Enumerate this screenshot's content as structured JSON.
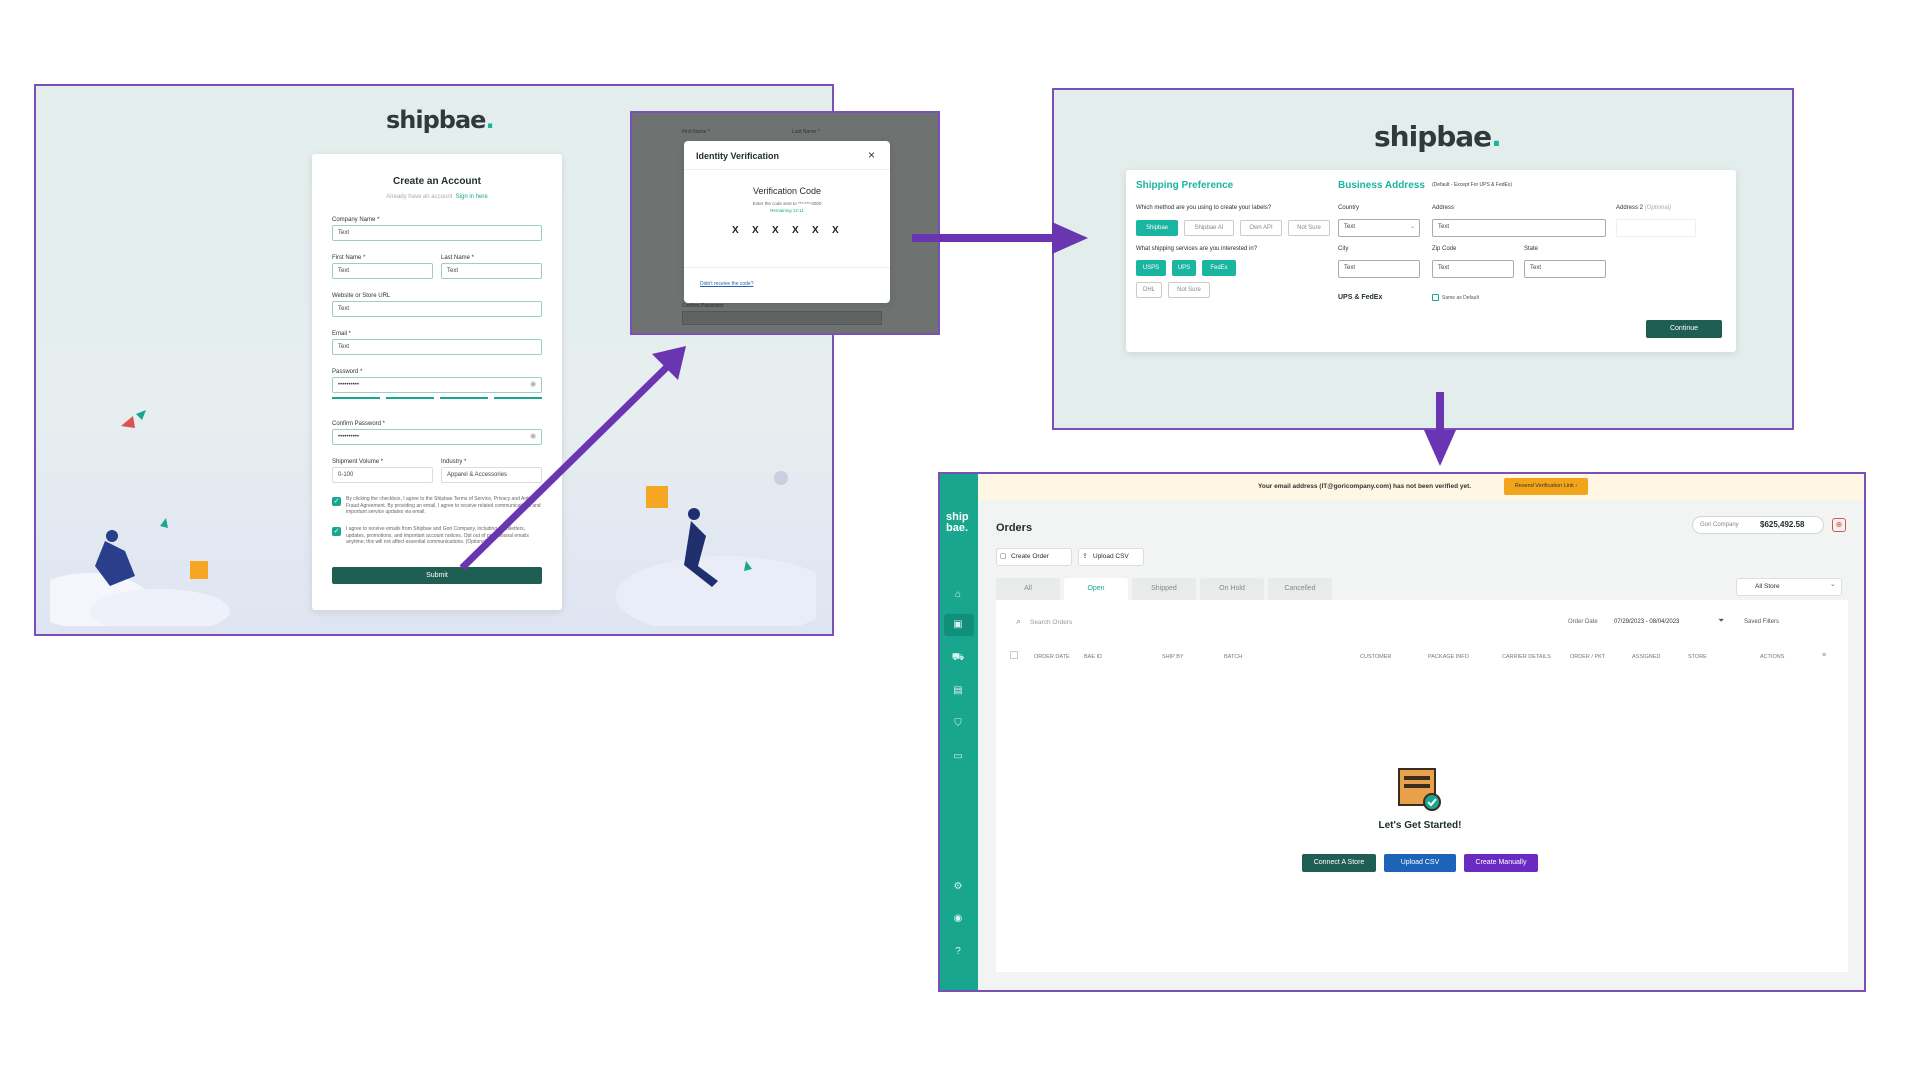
{
  "signup": {
    "logo": "shipbae",
    "logo_dot": ".",
    "title": "Create an Account",
    "subtitle": "Already have an account",
    "signin_link": "Sign in here",
    "fields": {
      "company_label": "Company Name *",
      "company_value": "Text",
      "first_label": "First Name *",
      "first_value": "Text",
      "last_label": "Last Name *",
      "last_value": "Text",
      "website_label": "Website or Store URL",
      "website_value": "Text",
      "email_label": "Email *",
      "email_value": "Text",
      "password_label": "Password *",
      "password_value": "••••••••••",
      "confirm_label": "Confirm Password *",
      "confirm_value": "••••••••••",
      "volume_label": "Shipment Volume *",
      "volume_value": "0-100",
      "industry_label": "Industry *",
      "industry_value": "Apparel & Accessories"
    },
    "terms_text": "By clicking the checkbox, I agree to the Shipbae Terms of Service, Privacy and Anti-Fraud Agreement. By providing an email, I agree to receive related communications and important service updates via email.",
    "marketing_text": "I agree to receive emails from Shipbae and Gori Company, including newsletters, updates, promotions, and important account notices. Opt out of promotional emails anytime; this will not affect essential communications. (Optional)",
    "submit": "Submit"
  },
  "identity": {
    "bg_first": "First Name *",
    "bg_last": "Last Name *",
    "bg_confirm": "Confirm Password",
    "title": "Identity Verification",
    "close": "×",
    "code_title": "Verification Code",
    "code_hint": "Enter the code sent to ***-***-0000",
    "remaining": "Remaining 12:11",
    "digits": [
      "X",
      "X",
      "X",
      "X",
      "X",
      "X"
    ],
    "resend": "Didn't receive the code?"
  },
  "preference": {
    "logo": "shipbae",
    "logo_dot": ".",
    "shipping_title": "Shipping Preference",
    "q1": "Which method are you using to create your labels?",
    "methods": [
      "Shipbae",
      "Shipbae AI",
      "Own API",
      "Not Sure"
    ],
    "q2": "What shipping services are you interested in?",
    "services_on": [
      "USPS",
      "UPS",
      "FedEx"
    ],
    "services_off": [
      "DHL",
      "Not Sure"
    ],
    "business_title": "Business Address",
    "business_note": "(Default - Except For UPS & FedEx)",
    "country_label": "Country",
    "country_value": "Text",
    "address_label": "Address",
    "address_value": "Text",
    "address2_label": "Address 2",
    "address2_note": "(Optional)",
    "city_label": "City",
    "city_value": "Text",
    "zip_label": "Zip Code",
    "zip_value": "Text",
    "state_label": "State",
    "state_value": "Text",
    "ups_fedex": "UPS & FedEx",
    "same_default": "Same as Default",
    "continue": "Continue"
  },
  "orders": {
    "logo_line1": "ship",
    "logo_line2": "bae.",
    "banner": "Your email address (IT@goricompany.com) has not been verified yet.",
    "resend_btn": "Resend Verification Link  ›",
    "title": "Orders",
    "company": "Gori Company",
    "balance": "$625,492.58",
    "create_order": "Create Order",
    "upload_csv_top": "Upload CSV",
    "tabs": [
      "All",
      "Open",
      "Shipped",
      "On Hold",
      "Cancelled"
    ],
    "store_select": "All Store",
    "search_placeholder": "Search Orders",
    "order_date_label": "Order Date",
    "order_date_value": "07/29/2023 - 08/04/2023",
    "saved_filters": "Saved Filters",
    "columns": [
      "ORDER DATE",
      "BAE ID",
      "SHIP BY",
      "BATCH",
      "CUSTOMER",
      "PACKAGE INFO",
      "CARRIER DETAILS",
      "ORDER / PKT",
      "ASSIGNED",
      "STORE",
      "ACTIONS"
    ],
    "empty_title": "Let's Get Started!",
    "connect": "Connect A Store",
    "upload": "Upload CSV",
    "manual": "Create Manually"
  },
  "colors": {
    "frame": "#7b4fb8",
    "teal": "#19b5a0",
    "dark_green": "#1f5e52",
    "blue": "#1e63b8",
    "purple": "#6a2bc2",
    "orange": "#f2a51a"
  }
}
